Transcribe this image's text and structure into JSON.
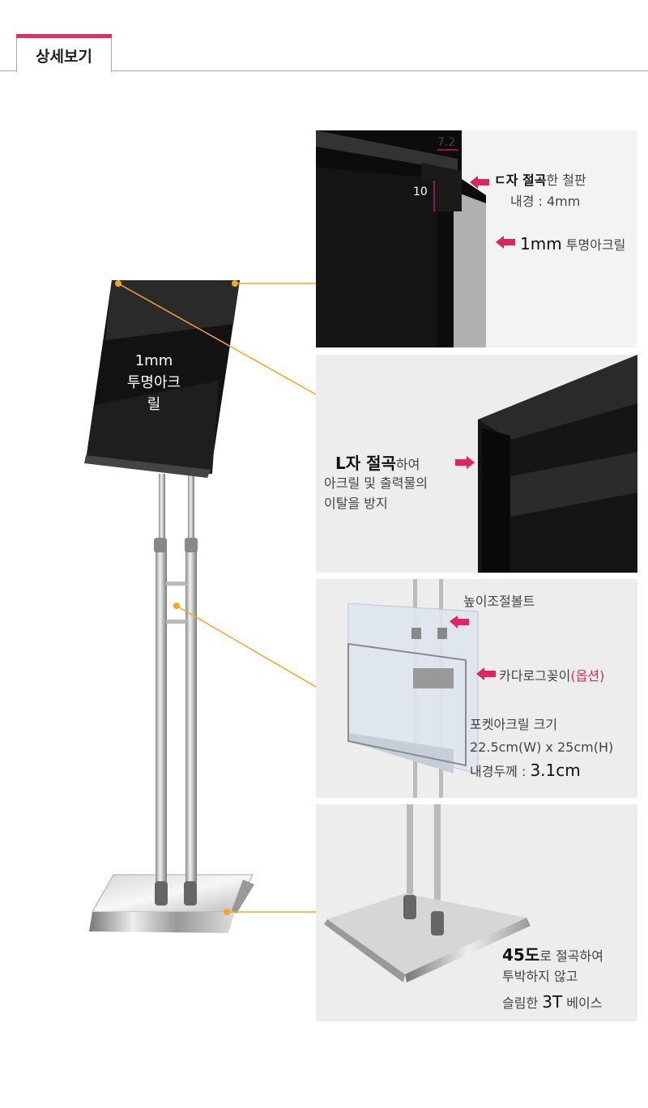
{
  "section": {
    "title": "상세보기"
  },
  "stand": {
    "label_line1": "1mm",
    "label_line2": "투명아크릴"
  },
  "panel1": {
    "dim_width": "7.2",
    "dim_height": "10",
    "label1_bold": "ㄷ자 절곡",
    "label1_rest": "한 철판",
    "label1_sub": "내경 : 4mm",
    "label2_big": "1mm",
    "label2_rest": " 투명아크릴"
  },
  "panel2": {
    "line1_bold": "L자 절곡",
    "line1_rest": "하여",
    "line2": "아크릴 및 출력물의",
    "line3": "이탈을 방지"
  },
  "panel3": {
    "height_bolt": "높이조절볼트",
    "catalog_hook": "카다로그꽂이",
    "option": "(옵션)",
    "pocket_title": "포켓아크릴 크기",
    "pocket_size": "22.5cm(W) x 25cm(H)",
    "thickness_label": "내경두께 : ",
    "thickness_value": "3.1cm"
  },
  "panel4": {
    "line1_big": "45도",
    "line1_rest": "로 절곡하여",
    "line2": "투박하지 않고",
    "line3_a": "슬림한 ",
    "line3_big": "3T",
    "line3_b": " 베이스"
  },
  "colors": {
    "accent": "#d6336c",
    "arrow": "#e0245e",
    "leader": "#f5a623"
  }
}
